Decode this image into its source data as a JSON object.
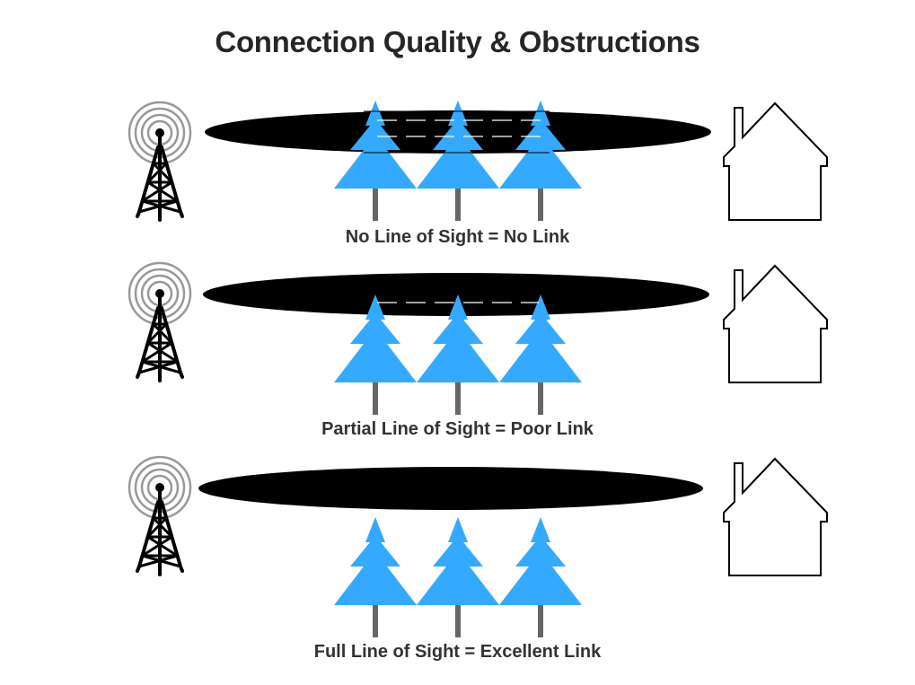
{
  "title": "Connection Quality & Obstructions",
  "colors": {
    "tree": "#33aaff",
    "trunk": "#666666",
    "beam": "#000000",
    "line": "#000000",
    "house_stroke": "#000000",
    "signal_rings": "#999999"
  },
  "scenarios": [
    {
      "caption": "No Line of Sight = No Link",
      "tree_icons": [
        "pine-tree-icon",
        "pine-tree-icon",
        "pine-tree-icon"
      ]
    },
    {
      "caption": "Partial Line of Sight = Poor Link",
      "tree_icons": [
        "pine-tree-icon",
        "pine-tree-icon",
        "pine-tree-icon"
      ]
    },
    {
      "caption": "Full Line of Sight = Excellent Link",
      "tree_icons": [
        "pine-tree-icon",
        "pine-tree-icon",
        "pine-tree-icon"
      ]
    }
  ],
  "icons": {
    "transmitter": "radio-tower-icon",
    "receiver": "house-icon"
  }
}
